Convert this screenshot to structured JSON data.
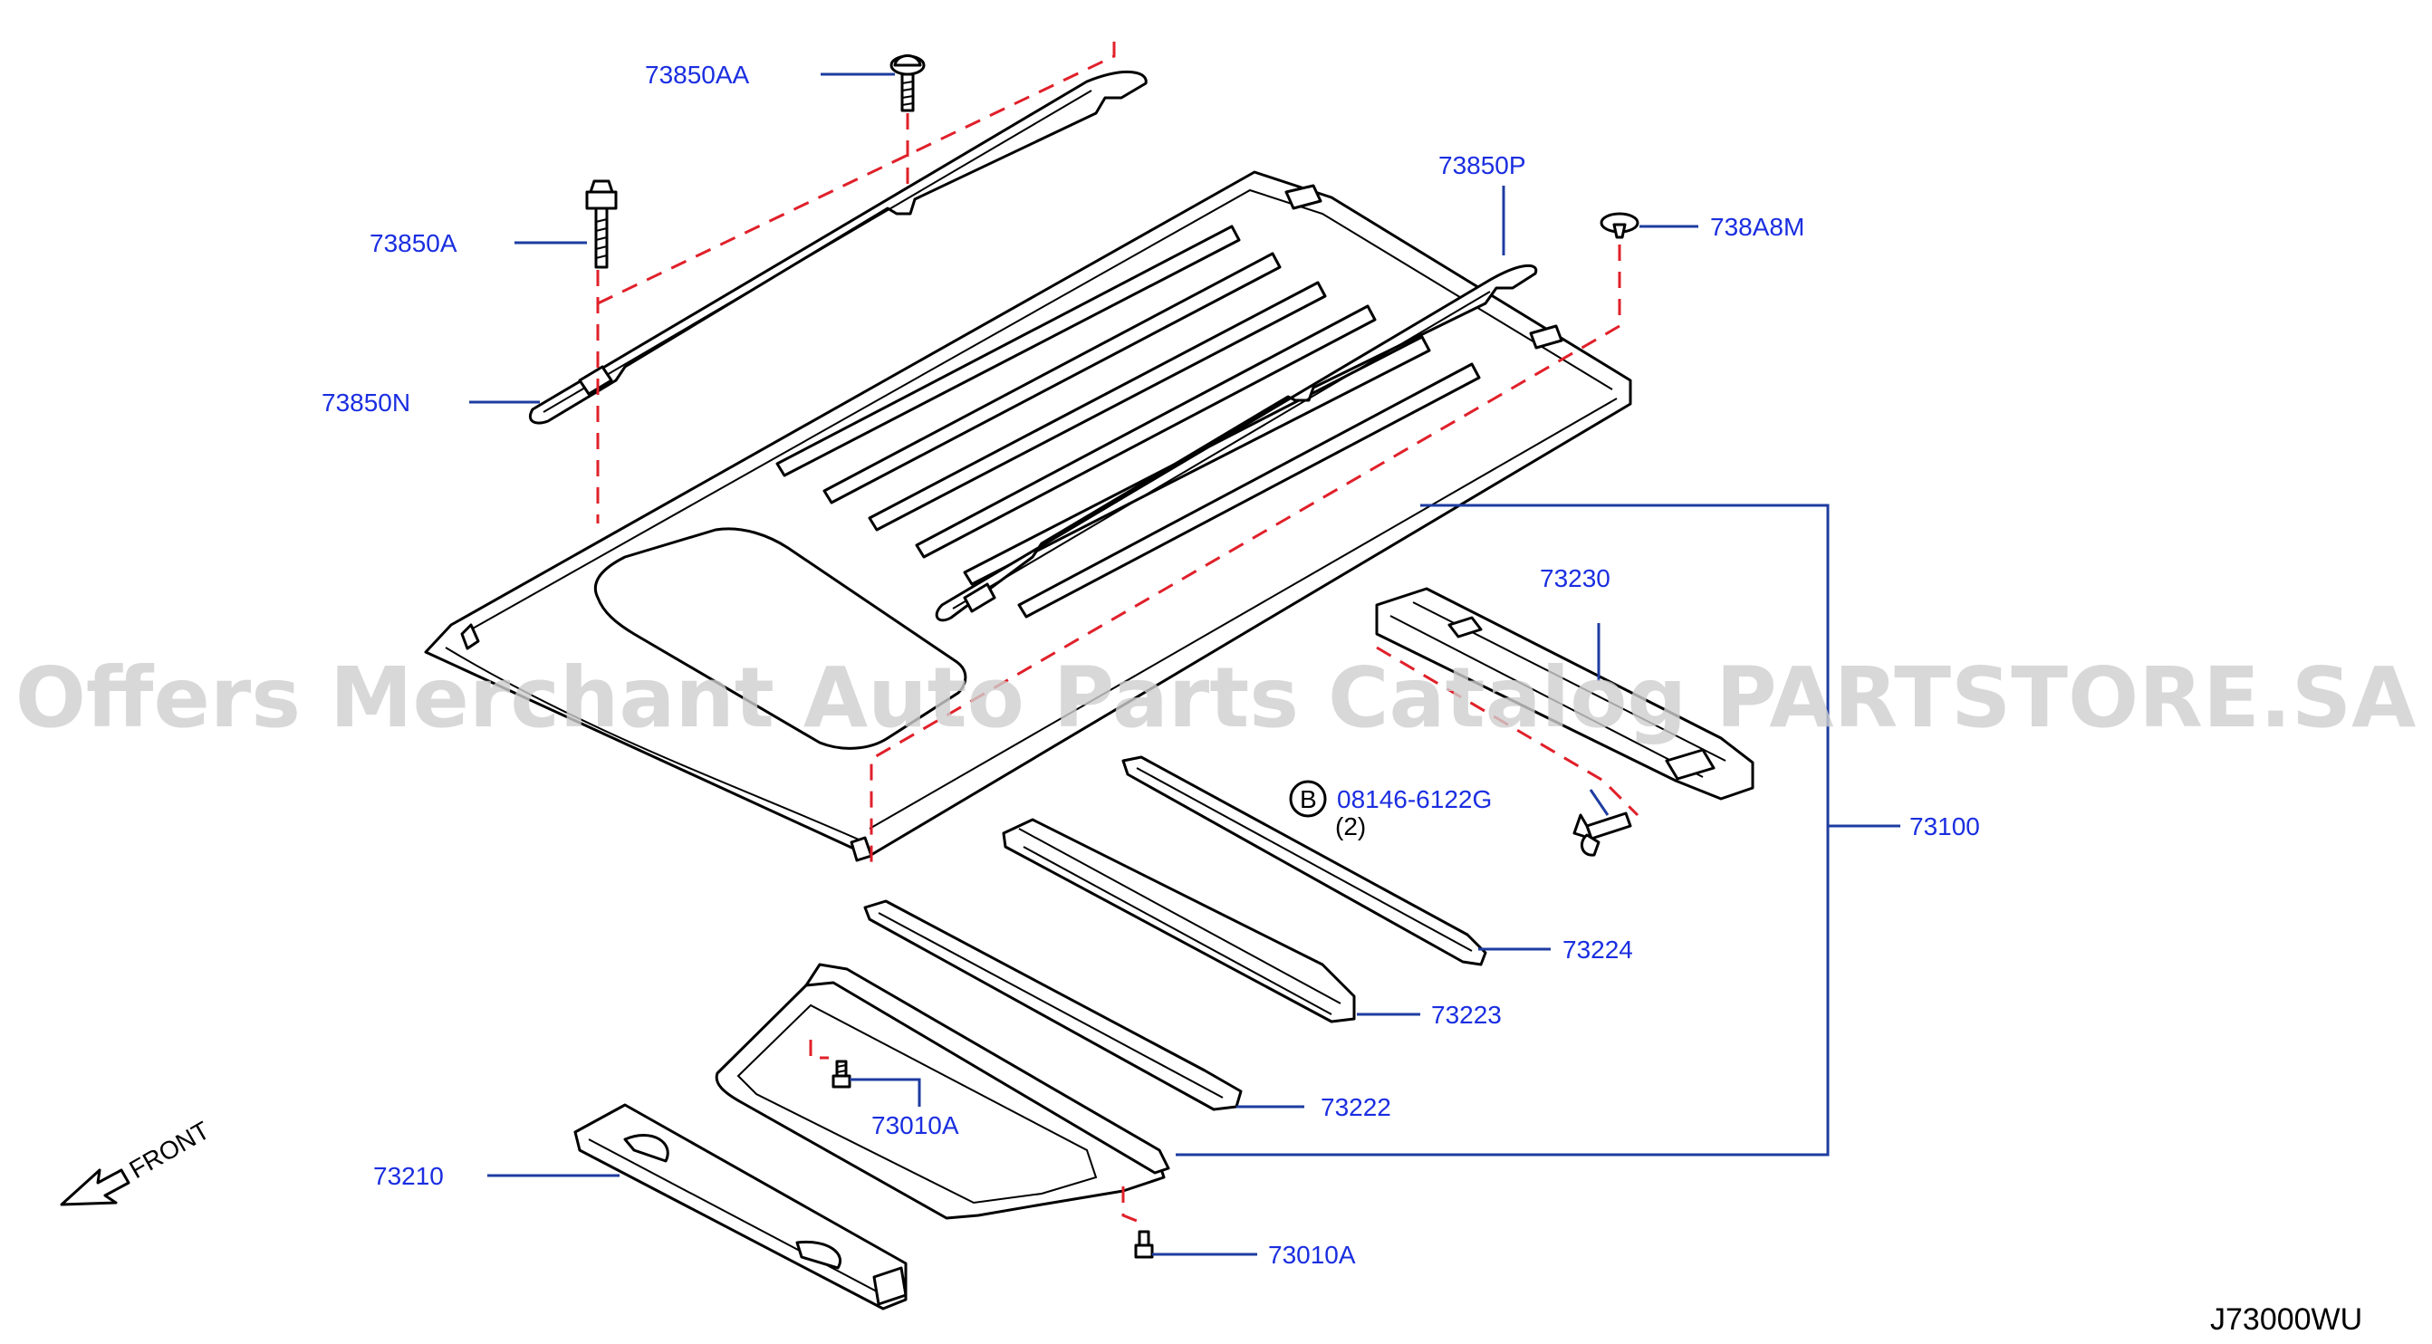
{
  "parts": {
    "bolt_top": "73850AA",
    "bolt_left": "73850A",
    "rail_left": "73850N",
    "rail_right": "73850P",
    "clip": "738A8M",
    "rear_bow": "73230",
    "roof_panel": "73100",
    "bolt_b": "08146-6122G",
    "bolt_b_qty": "(2)",
    "bolt_b_marker": "B",
    "bow_3": "73224",
    "bow_2": "73223",
    "bow_1": "73222",
    "sunroof_bolt_upper": "73010A",
    "sunroof_bolt_lower": "73010A",
    "front_header": "73210"
  },
  "front_label": "FRONT",
  "diagram_code": "J73000WU",
  "watermark": "Offers Merchant Auto Parts Catalog PARTSTORE.SA"
}
